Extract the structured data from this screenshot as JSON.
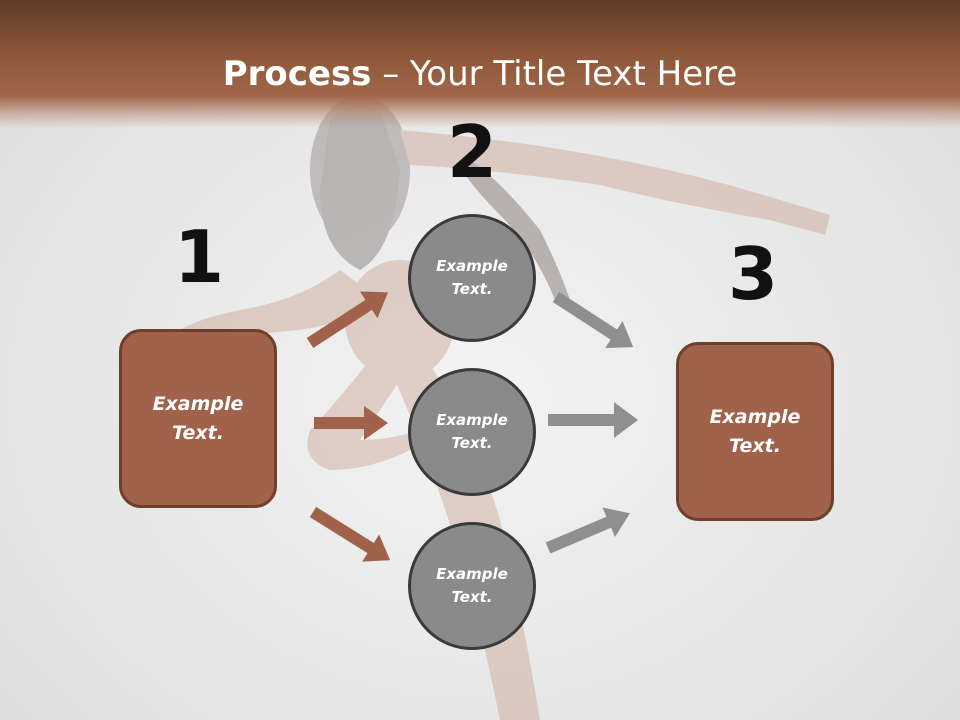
{
  "slide": {
    "title_bold": "Process",
    "title_rest": " – Your Title Text Here"
  },
  "steps": [
    {
      "number": "1",
      "text": "Example Text."
    },
    {
      "number": "2",
      "items": [
        "Example Text.",
        "Example Text.",
        "Example Text."
      ]
    },
    {
      "number": "3",
      "text": "Example Text."
    }
  ],
  "colors": {
    "title_band": "#8c5638",
    "box_fill": "#a0624a",
    "box_border": "#6e3f2c",
    "circle_fill": "#8a8a8a",
    "circle_border": "#3a3a3a",
    "arrow_in": "#a0624a",
    "arrow_out": "#8f8f8f"
  }
}
